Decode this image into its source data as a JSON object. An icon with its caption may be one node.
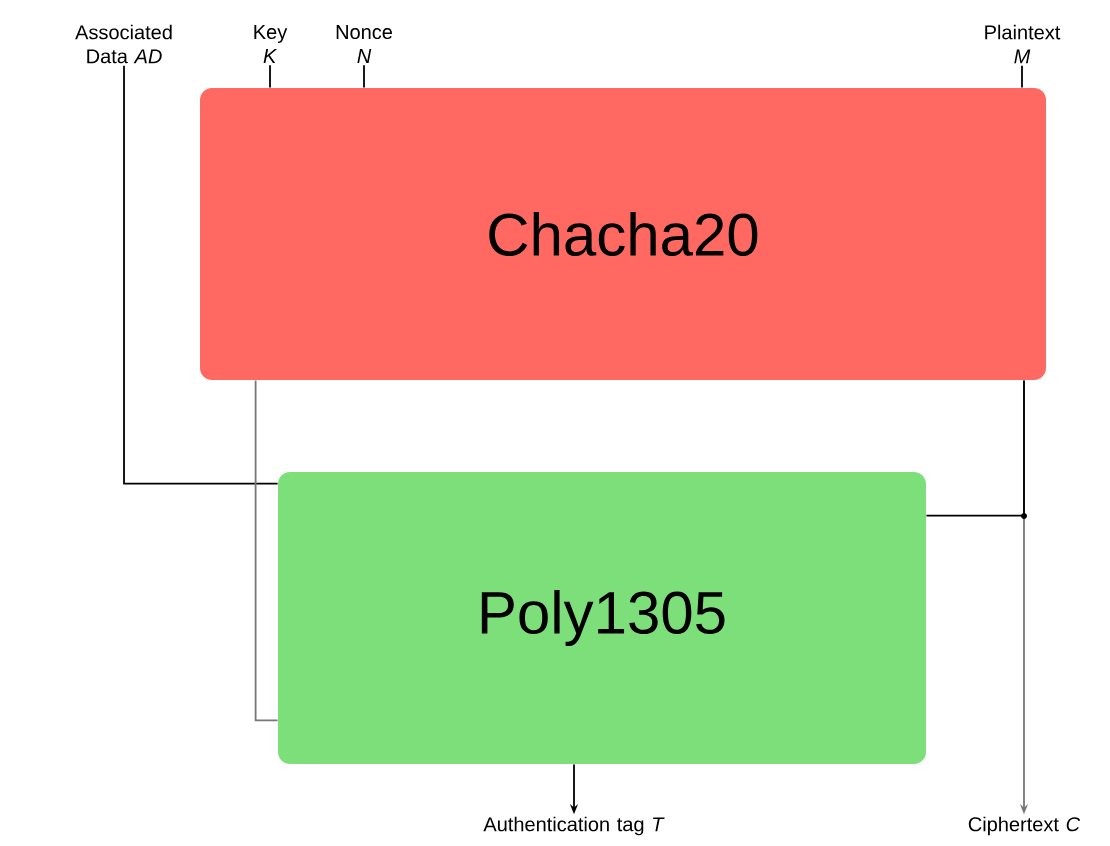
{
  "diagram": {
    "nodes": [
      {
        "text": [
          "Associated Data *AD*"
        ]
      },
      {
        "text": [
          "Key *K*"
        ]
      },
      {
        "text": [
          "Nonce *N*"
        ]
      },
      {
        "text": [
          "Plaintext *M*"
        ]
      },
      {
        "text": [
          "Chacha20"
        ]
      },
      {
        "text": [
          "Poly1305"
        ]
      },
      {
        "text": [
          "Authentication tag *T*"
        ]
      },
      {
        "text": [
          "Ciphertext *C*"
        ]
      }
    ],
    "edges": [
      {
        "from": 0,
        "to": 5,
        "arrow": "none"
      },
      {
        "from": 1,
        "to": 4,
        "arrow": "none"
      },
      {
        "from": 2,
        "to": 4,
        "arrow": "none"
      },
      {
        "from": 3,
        "to": 4,
        "arrow": "none"
      },
      {
        "from": 4,
        "to": 5,
        "arrow": "none",
        "color": "#777777"
      },
      {
        "from": 4,
        "to": 7,
        "arrow": "to",
        "color": "#777777"
      },
      {
        "from": 4,
        "to": 5,
        "arrow": "none"
      },
      {
        "from": 5,
        "to": 6,
        "arrow": "to"
      }
    ]
  }
}
